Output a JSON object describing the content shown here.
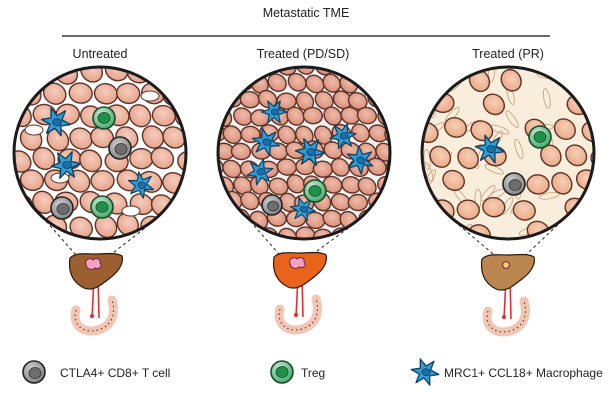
{
  "title": "Metastatic TME",
  "panels": [
    {
      "label": "Untreated",
      "state": "untreated",
      "liver_color": "#9c6030",
      "tumor": "large"
    },
    {
      "label": "Treated (PD/SD)",
      "state": "progressive",
      "liver_color": "#e9641a",
      "tumor": "large"
    },
    {
      "label": "Treated (PR)",
      "state": "responding",
      "liver_color": "#b98650",
      "tumor": "small"
    }
  ],
  "legend": [
    {
      "label": "CTLA4+  CD8+ T cell",
      "icon": "t-cell-icon"
    },
    {
      "label": "Treg",
      "icon": "treg-icon"
    },
    {
      "label": "MRC1+ CCL18+ Macrophage",
      "icon": "macrophage-icon"
    }
  ],
  "colors": {
    "tumor_cell_fill": "#efb59f",
    "tumor_cell_outline": "#5a3227",
    "tcell_fill": "#9c9c9c",
    "treg_fill": "#3aa866",
    "macrophage_fill": "#2d9fd8",
    "stroma_fill": "#f7ecd8"
  }
}
